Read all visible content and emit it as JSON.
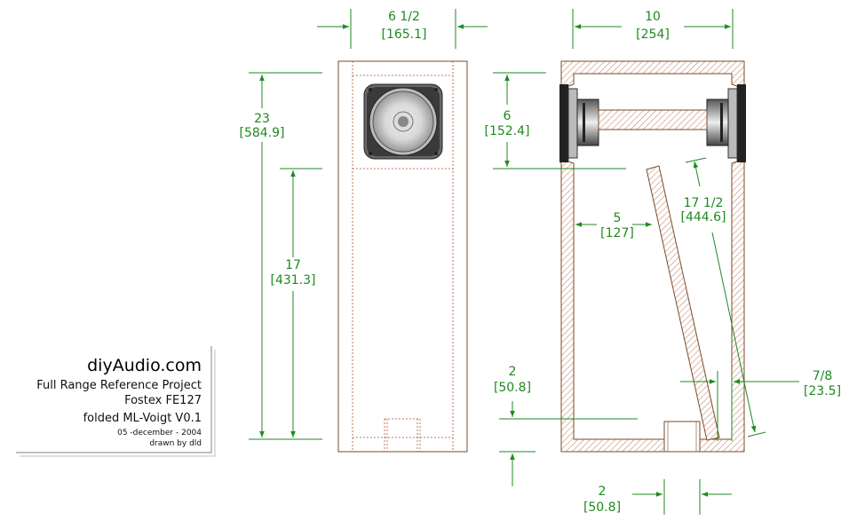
{
  "colors": {
    "dimension": "#1f8a1f",
    "wood_edge": "#7a4a2a",
    "wood_fill": "#ffffff",
    "hatch": "#c98a70",
    "dashed": "#b05030"
  },
  "title_block": {
    "site": "diyAudio.com",
    "project": "Full Range Reference Project",
    "driver": "Fostex FE127",
    "design": "folded ML-Voigt V0.1",
    "date": "05 -december - 2004",
    "author": "drawn by dld"
  },
  "front_view": {
    "width": {
      "in": "6 1/2",
      "mm": "[165.1]"
    },
    "height": {
      "in": "23",
      "mm": "[584.9]"
    },
    "lower_height": {
      "in": "17",
      "mm": "[431.3]"
    }
  },
  "side_view": {
    "depth": {
      "in": "10",
      "mm": "[254]"
    },
    "driver_section": {
      "in": "6",
      "mm": "[152.4]"
    },
    "board_length": {
      "in": "17 1/2",
      "mm": "[444.6]"
    },
    "gap": {
      "in": "5",
      "mm": "[127]"
    },
    "wall_thickness": {
      "in": "7/8",
      "mm": "[23.5]"
    },
    "port_height": {
      "in": "2",
      "mm": "[50.8]"
    },
    "port_width": {
      "in": "2",
      "mm": "[50.8]"
    }
  }
}
